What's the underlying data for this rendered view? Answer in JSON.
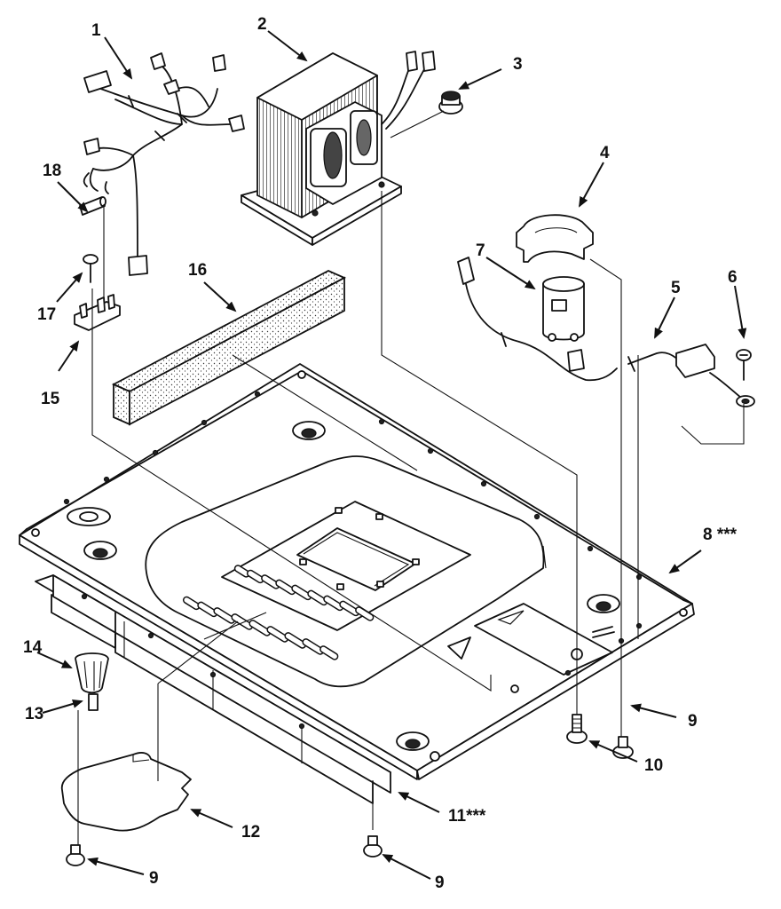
{
  "callouts": {
    "c1": "1",
    "c2": "2",
    "c3": "3",
    "c4": "4",
    "c5": "5",
    "c6": "6",
    "c7": "7",
    "c8": "8 ***",
    "c9a": "9",
    "c9b": "9",
    "c9c": "9",
    "c10": "10",
    "c11": "11***",
    "c12": "12",
    "c13": "13",
    "c14": "14",
    "c15": "15",
    "c16": "16",
    "c17": "17",
    "c18": "18"
  }
}
